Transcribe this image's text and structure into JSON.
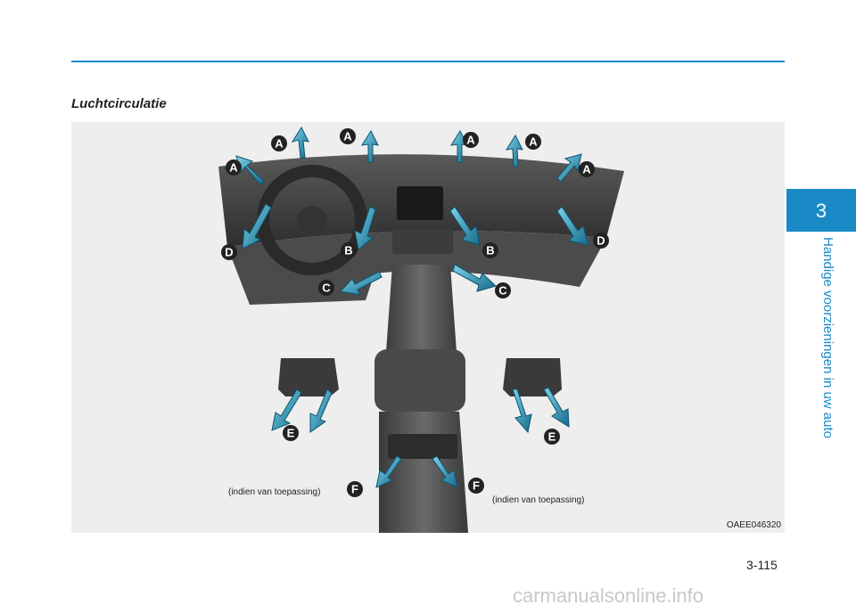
{
  "section": {
    "title": "Luchtcirculatie"
  },
  "figure": {
    "code": "OAEE046320",
    "note_left": "(indien van toepassing)",
    "note_right": "(indien van toepassing)",
    "vent_labels": [
      "A",
      "B",
      "C",
      "D",
      "E",
      "F"
    ]
  },
  "sidebar": {
    "chapter_number": "3",
    "chapter_title": "Handige voorzieningen in uw auto"
  },
  "footer": {
    "page_number": "3-115",
    "watermark": "carmanualsonline.info"
  },
  "colors": {
    "accent": "#1a8ac6",
    "arrow": "#1f8fb0",
    "label_badge": "#222222"
  }
}
